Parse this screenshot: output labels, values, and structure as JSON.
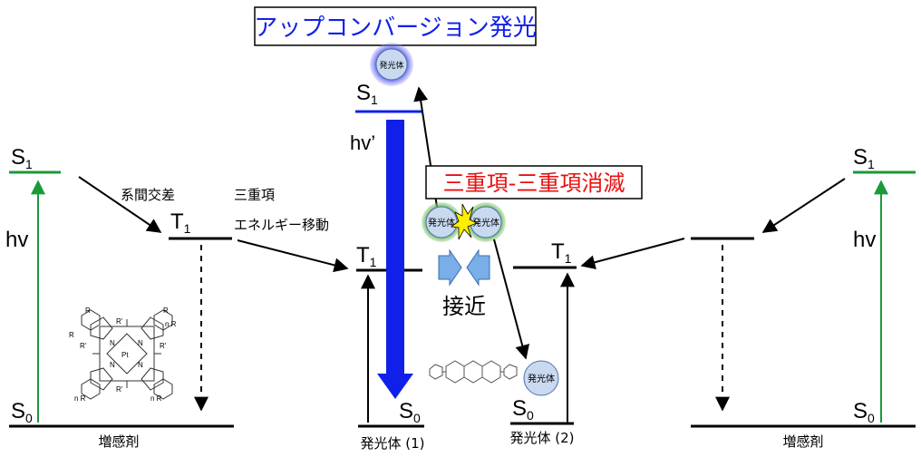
{
  "title": "アップコンバージョン発光",
  "tta": "三重項-三重項消滅",
  "left": {
    "s1": "S",
    "s1_sub": "1",
    "t1": "T",
    "t1_sub": "1",
    "s0": "S",
    "s0_sub": "0",
    "hv": "hv",
    "isc": "系間交差",
    "tet1": "三重項",
    "tet2": "エネルギー移動",
    "label": "増感剤",
    "mol_labels": {
      "r": "R",
      "rp": "R'",
      "n": "N",
      "pt": "Pt",
      "n_r": "n R"
    }
  },
  "em1": {
    "s1": "S",
    "s1_sub": "1",
    "t1": "T",
    "t1_sub": "1",
    "s0": "S",
    "s0_sub": "0",
    "hv": "hv’",
    "label": "発光体 (1)"
  },
  "em2": {
    "t1": "T",
    "t1_sub": "1",
    "s0": "S",
    "s0_sub": "0",
    "label": "発光体 (2)"
  },
  "right": {
    "s1": "S",
    "s1_sub": "1",
    "s0": "S",
    "s0_sub": "0",
    "hv": "hv",
    "label": "増感剤"
  },
  "approach": "接近",
  "emitter": "発光体",
  "colors": {
    "green": "#1a9a3a",
    "blue": "#1020e8",
    "red": "#e81010",
    "circle_fill": "#c9daf0"
  }
}
